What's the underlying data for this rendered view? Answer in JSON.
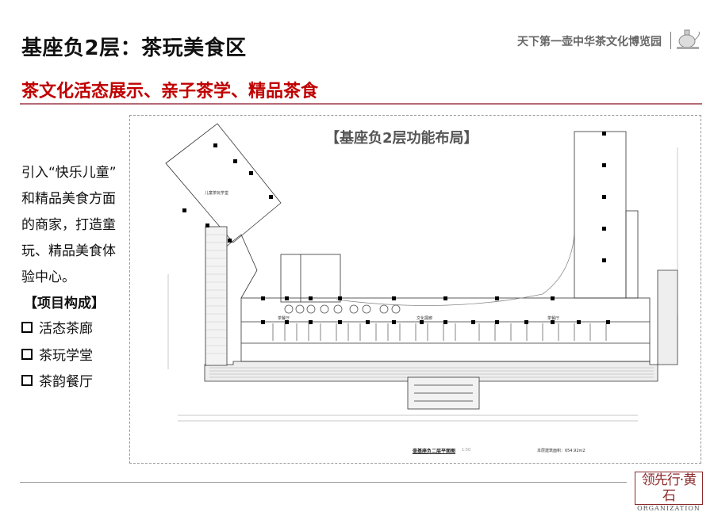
{
  "header": {
    "title": "基座负2层：茶玩美食区",
    "brand": "天下第一壶中华茶文化博览园",
    "subtitle": "茶文化活态展示、亲子茶学、精品茶食"
  },
  "intro_lines": [
    "引入“快乐儿童”",
    "和精品美食方面",
    "的商家，打造童",
    "玩、精品美食体",
    "验中心。"
  ],
  "composition": {
    "heading": "【项目构成】",
    "items": [
      "活态茶廊",
      "茶玩学堂",
      "茶韵餐厅"
    ]
  },
  "plan": {
    "title": "【基座负2层功能布局】",
    "room_labels": {
      "kids": "儿童茶玩学堂",
      "restaurant_left": "茶餐厅",
      "gallery": "文化展廊",
      "restaurant_right": "茶餐厅"
    },
    "caption": "壶基座负二层平面图",
    "scale": "1:50",
    "area": "本层建筑面积：654.92m2"
  },
  "footer": {
    "logo_cn": "领先行·黄石",
    "logo_en": "ORGANIZATION"
  }
}
